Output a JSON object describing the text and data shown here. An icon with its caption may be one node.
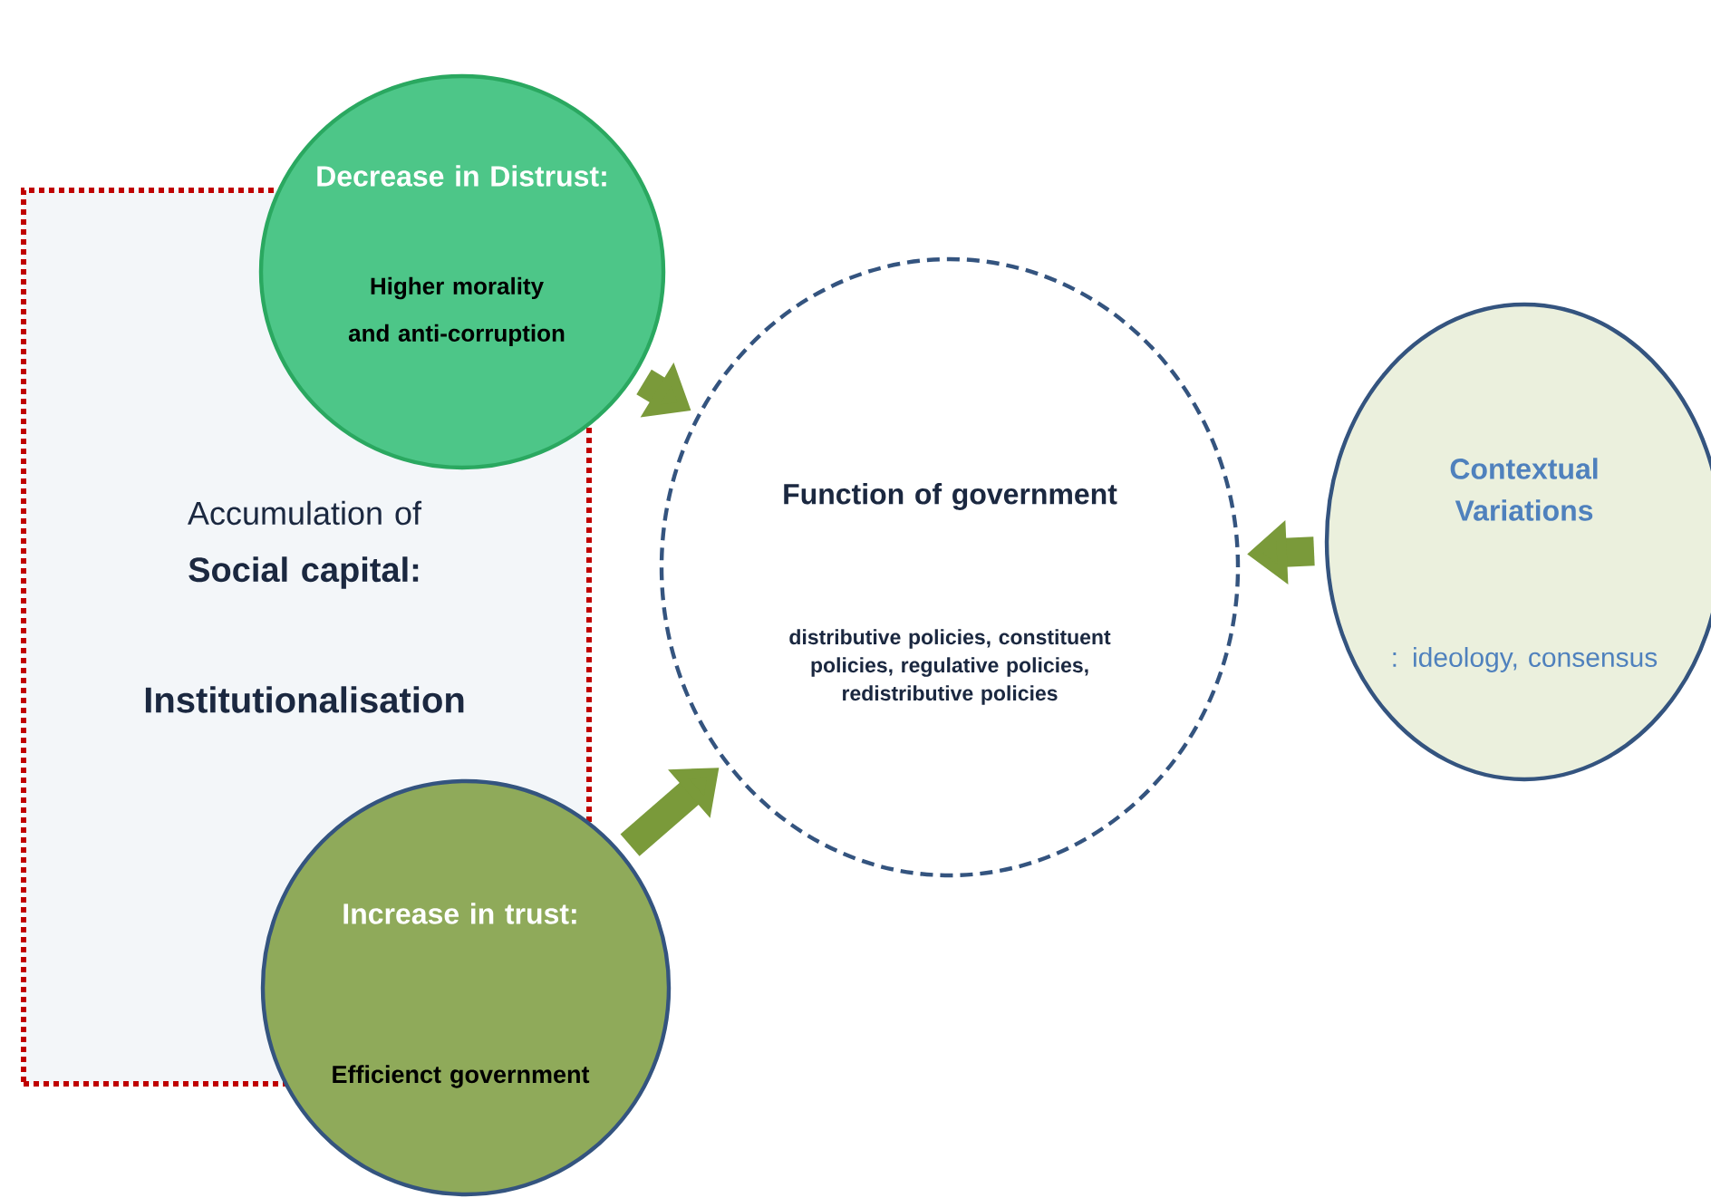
{
  "diagram": {
    "nodes": [
      {
        "text": [
          "Accumulation of",
          "Social capital:",
          "Institutionalisation"
        ]
      },
      {
        "text": [
          "Decrease in Distrust:",
          "Higher morality and anti-corruption"
        ]
      },
      {
        "text": [
          "Increase in trust:",
          "Efficienct government"
        ]
      },
      {
        "text": [
          "Function of government",
          "distributive policies, constituent policies, regulative policies, redistributive policies"
        ]
      },
      {
        "text": [
          "Contextual Variations",
          ": ideology, consensus"
        ]
      }
    ],
    "edges": [
      {
        "from": 1,
        "to": 3,
        "arrow": "to"
      },
      {
        "from": 2,
        "to": 3,
        "arrow": "to"
      },
      {
        "from": 4,
        "to": 3,
        "arrow": "to"
      }
    ]
  }
}
